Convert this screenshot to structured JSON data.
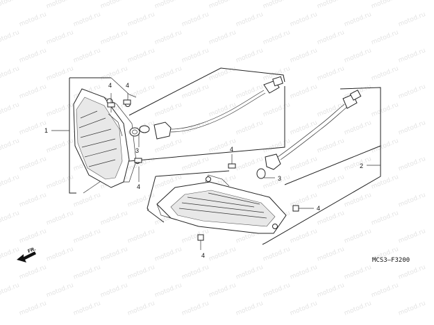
{
  "watermark": {
    "text": "motod.ru"
  },
  "callouts": [
    {
      "id": "1",
      "label": "1"
    },
    {
      "id": "2",
      "label": "2"
    },
    {
      "id": "3a",
      "label": "3"
    },
    {
      "id": "3b",
      "label": "3"
    },
    {
      "id": "4a",
      "label": "4"
    },
    {
      "id": "4b",
      "label": "4"
    },
    {
      "id": "4c",
      "label": "4"
    },
    {
      "id": "4d",
      "label": "4"
    },
    {
      "id": "4e",
      "label": "4"
    },
    {
      "id": "4f",
      "label": "4"
    }
  ],
  "direction": {
    "label": "FR."
  },
  "diagram_code": "MCS3–F3200"
}
